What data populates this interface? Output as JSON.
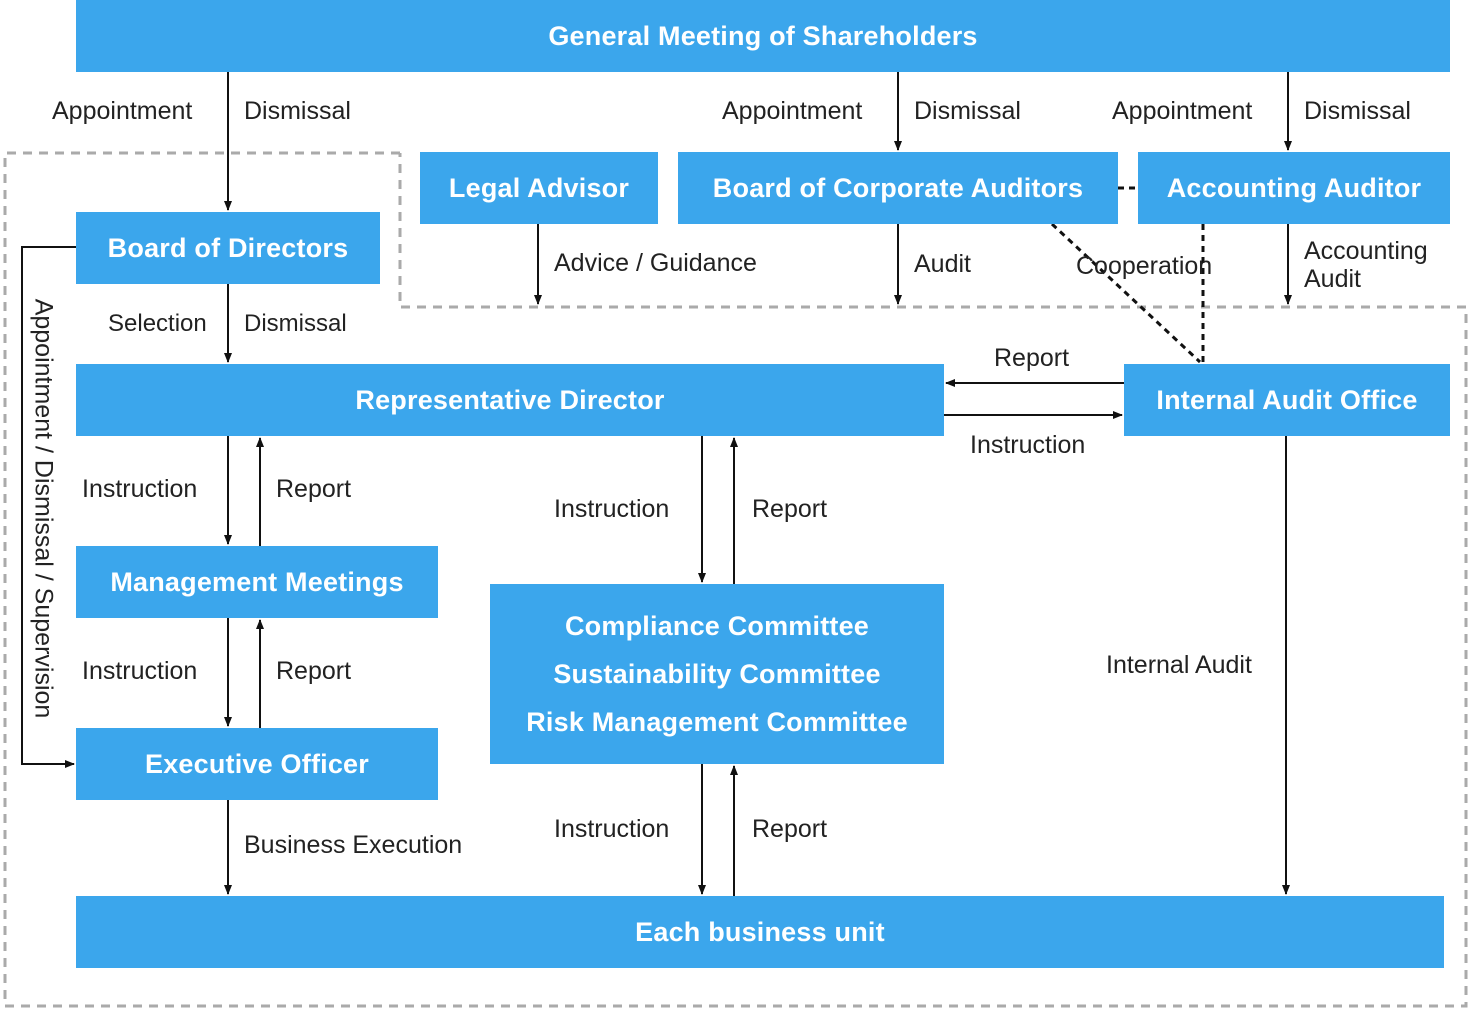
{
  "nodes": {
    "general_meeting": "General Meeting of Shareholders",
    "board_of_directors": "Board of Directors",
    "legal_advisor": "Legal Advisor",
    "board_of_corporate_auditors": "Board of Corporate Auditors",
    "accounting_auditor": "Accounting Auditor",
    "representative_director": "Representative Director",
    "internal_audit_office": "Internal Audit Office",
    "management_meetings": "Management Meetings",
    "committees": [
      "Compliance Committee",
      "Sustainability Committee",
      "Risk Management Committee"
    ],
    "executive_officer": "Executive Officer",
    "each_business_unit": "Each business unit"
  },
  "edge_labels": {
    "appointment": "Appointment",
    "dismissal": "Dismissal",
    "selection": "Selection",
    "instruction": "Instruction",
    "report": "Report",
    "advice_guidance": "Advice / Guidance",
    "audit": "Audit",
    "cooperation": "Cooperation",
    "accounting_audit_line1": "Accounting",
    "accounting_audit_line2": "Audit",
    "internal_audit": "Internal Audit",
    "business_execution": "Business Execution",
    "appointment_dismissal_supervision": "Appointment / Dismissal / Supervision"
  },
  "colors": {
    "box_fill": "#3BA6EC",
    "box_text": "#FFFFFF",
    "line": "#111111",
    "dashed_border": "#AAAAAA"
  }
}
